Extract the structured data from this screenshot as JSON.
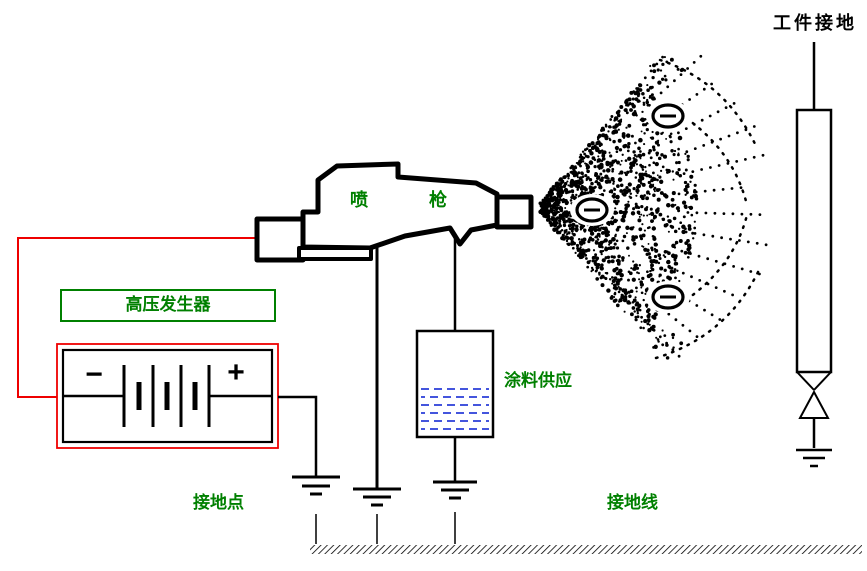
{
  "diagram": {
    "labels": {
      "workpiece_ground": "工件接地",
      "spray_gun": "喷 枪",
      "hv_generator": "高压发生器",
      "paint_supply": "涂料供应",
      "ground_point": "接地点",
      "ground_wire": "接地线"
    },
    "battery": {
      "minus": "−",
      "plus": "+"
    },
    "charges": {
      "symbol": "−",
      "count": 3
    },
    "colors": {
      "label_green": "#008000",
      "wire_red": "#ee0000",
      "liquid_blue": "#4455dd",
      "ink": "#000000",
      "background": "#ffffff"
    }
  }
}
